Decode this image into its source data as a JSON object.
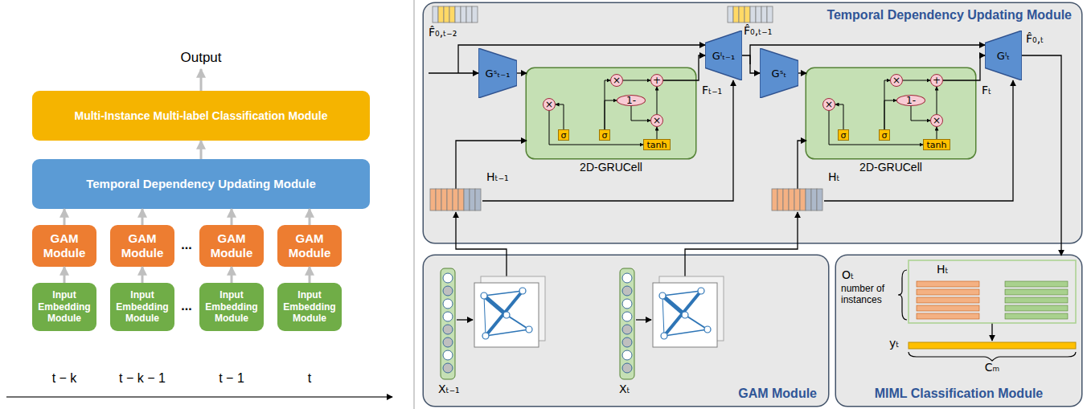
{
  "diagram": {
    "nodes": [
      {
        "text": [
          "Multi-Instance Multi-label Classification Module"
        ]
      },
      {
        "text": [
          "Temporal Dependency Updating Module"
        ]
      },
      {
        "text": [
          "GAM Module"
        ]
      },
      {
        "text": [
          "GAM Module"
        ]
      },
      {
        "text": [
          "GAM Module"
        ]
      },
      {
        "text": [
          "GAM Module"
        ]
      },
      {
        "text": [
          "Input Embedding Module"
        ]
      },
      {
        "text": [
          "Input Embedding Module"
        ]
      },
      {
        "text": [
          "Input Embedding Module"
        ]
      },
      {
        "text": [
          "Input Embedding Module"
        ]
      },
      {
        "text": [
          "Temporal Dependency Updating Module"
        ]
      },
      {
        "text": [
          "Gˢₜ₋₁"
        ],
        "in": 10
      },
      {
        "text": [
          "2D-GRUCell"
        ],
        "in": 10
      },
      {
        "text": [
          "×"
        ],
        "in": 12
      },
      {
        "text": [
          "×"
        ],
        "in": 12
      },
      {
        "text": [
          "+"
        ],
        "in": 12
      },
      {
        "text": [
          "1-"
        ],
        "in": 12
      },
      {
        "text": [
          "×"
        ],
        "in": 12
      },
      {
        "text": [
          "σ"
        ],
        "in": 12
      },
      {
        "text": [
          "σ"
        ],
        "in": 12
      },
      {
        "text": [
          "tanh"
        ],
        "in": 12
      },
      {
        "text": [
          "Gᴵₜ₋₁"
        ],
        "in": 10
      },
      {
        "text": [
          "Gˢₜ"
        ],
        "in": 10
      },
      {
        "text": [
          "2D-GRUCell"
        ],
        "in": 10
      },
      {
        "text": [
          "×"
        ],
        "in": 23
      },
      {
        "text": [
          "×"
        ],
        "in": 23
      },
      {
        "text": [
          "+"
        ],
        "in": 23
      },
      {
        "text": [
          "1-"
        ],
        "in": 23
      },
      {
        "text": [
          "×"
        ],
        "in": 23
      },
      {
        "text": [
          "σ"
        ],
        "in": 23
      },
      {
        "text": [
          "σ"
        ],
        "in": 23
      },
      {
        "text": [
          "tanh"
        ],
        "in": 23
      },
      {
        "text": [
          "Gᴵₜ"
        ],
        "in": 10
      },
      {
        "text": [
          "GAM Module"
        ]
      },
      {
        "text": [
          "MIML Classification Module"
        ]
      }
    ],
    "edges": [
      {
        "from": 6,
        "to": 2,
        "arrow": "to"
      },
      {
        "from": 7,
        "to": 3,
        "arrow": "to"
      },
      {
        "from": 8,
        "to": 4,
        "arrow": "to"
      },
      {
        "from": 9,
        "to": 5,
        "arrow": "to"
      },
      {
        "from": 2,
        "to": 1,
        "arrow": "to"
      },
      {
        "from": 3,
        "to": 1,
        "arrow": "to"
      },
      {
        "from": 4,
        "to": 1,
        "arrow": "to"
      },
      {
        "from": 5,
        "to": 1,
        "arrow": "to"
      },
      {
        "from": 1,
        "to": 0,
        "arrow": "to"
      },
      {
        "from": 11,
        "to": 12,
        "arrow": "to"
      },
      {
        "from": 12,
        "to": 21,
        "arrow": "to",
        "label": "Fₜ₋₁"
      },
      {
        "from": 21,
        "to": 22,
        "arrow": "to"
      },
      {
        "from": 22,
        "to": 23,
        "arrow": "to"
      },
      {
        "from": 23,
        "to": 32,
        "arrow": "to",
        "label": "Fₜ"
      },
      {
        "from": 32,
        "to": 34,
        "arrow": "to"
      },
      {
        "from": 18,
        "to": 13,
        "arrow": "to"
      },
      {
        "from": 19,
        "to": 14,
        "arrow": "to"
      },
      {
        "from": 19,
        "to": 16,
        "arrow": "to"
      },
      {
        "from": 16,
        "to": 17,
        "arrow": "to"
      },
      {
        "from": 20,
        "to": 17,
        "arrow": "to"
      },
      {
        "from": 14,
        "to": 15,
        "arrow": "to"
      },
      {
        "from": 17,
        "to": 15,
        "arrow": "to"
      },
      {
        "from": 13,
        "to": 20,
        "arrow": "to"
      },
      {
        "from": 29,
        "to": 24,
        "arrow": "to"
      },
      {
        "from": 30,
        "to": 25,
        "arrow": "to"
      },
      {
        "from": 30,
        "to": 27,
        "arrow": "to"
      },
      {
        "from": 27,
        "to": 28,
        "arrow": "to"
      },
      {
        "from": 31,
        "to": 28,
        "arrow": "to"
      },
      {
        "from": 25,
        "to": 26,
        "arrow": "to"
      },
      {
        "from": 28,
        "to": 26,
        "arrow": "to"
      },
      {
        "from": 24,
        "to": 31,
        "arrow": "to"
      }
    ],
    "labels": [
      "Output",
      "...",
      "...",
      "t − k",
      "t − k − 1",
      "t − 1",
      "t",
      "F̂₀,ₜ₋₂",
      "F̂₀,ₜ₋₁",
      "F̂₀,ₜ",
      "Hₜ₋₁",
      "Hₜ",
      "Xₜ₋₁",
      "Xₜ",
      "Hₜ",
      "Oₜ",
      "number of instances",
      "yₜ",
      "Cₘ"
    ]
  }
}
